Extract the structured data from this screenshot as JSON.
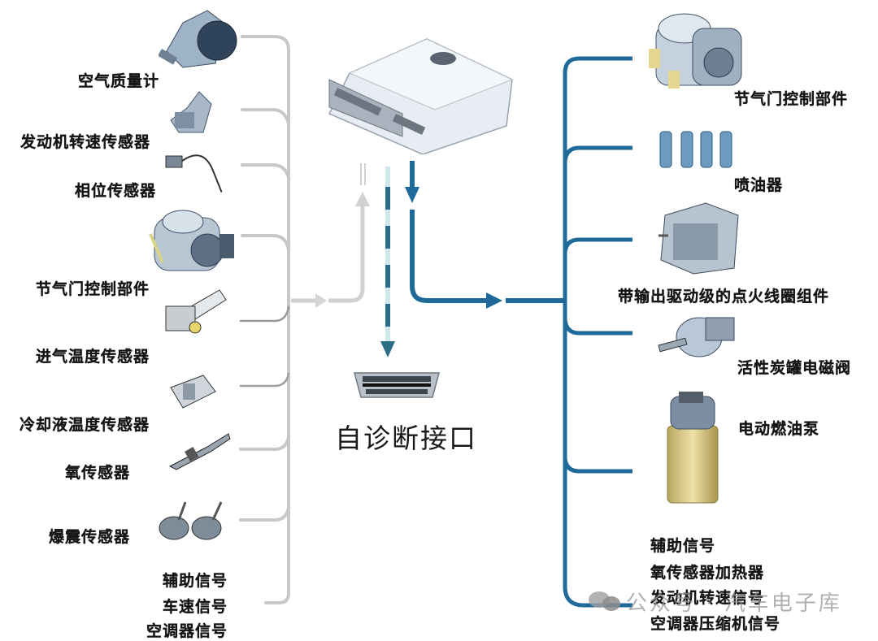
{
  "diagram": {
    "center": {
      "ecu": "ECU",
      "diagnostic_port_label": "自诊断接口"
    },
    "inputs": [
      {
        "label": "空气质量计",
        "icon": "air-mass-meter"
      },
      {
        "label": "发动机转速传感器",
        "icon": "engine-speed-sensor"
      },
      {
        "label": "相位传感器",
        "icon": "phase-sensor"
      },
      {
        "label": "节气门控制部件",
        "icon": "throttle-body"
      },
      {
        "label": "进气温度传感器",
        "icon": "intake-temp-sensor"
      },
      {
        "label": "冷却液温度传感器",
        "icon": "coolant-temp-sensor"
      },
      {
        "label": "氧传感器",
        "icon": "oxygen-sensor"
      },
      {
        "label": "爆震传感器",
        "icon": "knock-sensor"
      }
    ],
    "input_extra_signals": [
      "辅助信号",
      "车速信号",
      "空调器信号"
    ],
    "outputs": [
      {
        "label": "节气门控制部件",
        "icon": "throttle-body"
      },
      {
        "label": "喷油器",
        "icon": "fuel-injectors"
      },
      {
        "label": "带输出驱动级的点火线圈组件",
        "icon": "ignition-coil"
      },
      {
        "label": "活性炭罐电磁阀",
        "icon": "canister-purge-valve"
      },
      {
        "label": "电动燃油泵",
        "icon": "fuel-pump"
      }
    ],
    "output_extra_signals": [
      "辅助信号",
      "氧传感器加热器",
      "发动机转速信号",
      "空调器压缩机信号"
    ],
    "colors": {
      "input_line": "#c4c6c8",
      "output_line": "#1f6a99",
      "diag_line": "#2a6f86"
    }
  },
  "watermark": "公众号 · 汽车电子库"
}
